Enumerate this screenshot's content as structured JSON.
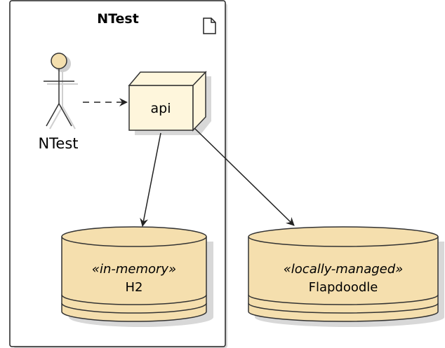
{
  "package": {
    "title": "NTest"
  },
  "actor": {
    "label": "NTest"
  },
  "node": {
    "label": "api"
  },
  "databases": [
    {
      "stereotype": "«in-memory»",
      "name": "H2"
    },
    {
      "stereotype": "«locally-managed»",
      "name": "Flapdoodle"
    }
  ],
  "colors": {
    "package_border": "#222222",
    "shadow": "#c8c8c8",
    "actor_fill": "#f4dfae",
    "node_fill": "#fef6dc",
    "db_fill": "#f5dfae",
    "stroke": "#333333",
    "line": "#222222"
  }
}
